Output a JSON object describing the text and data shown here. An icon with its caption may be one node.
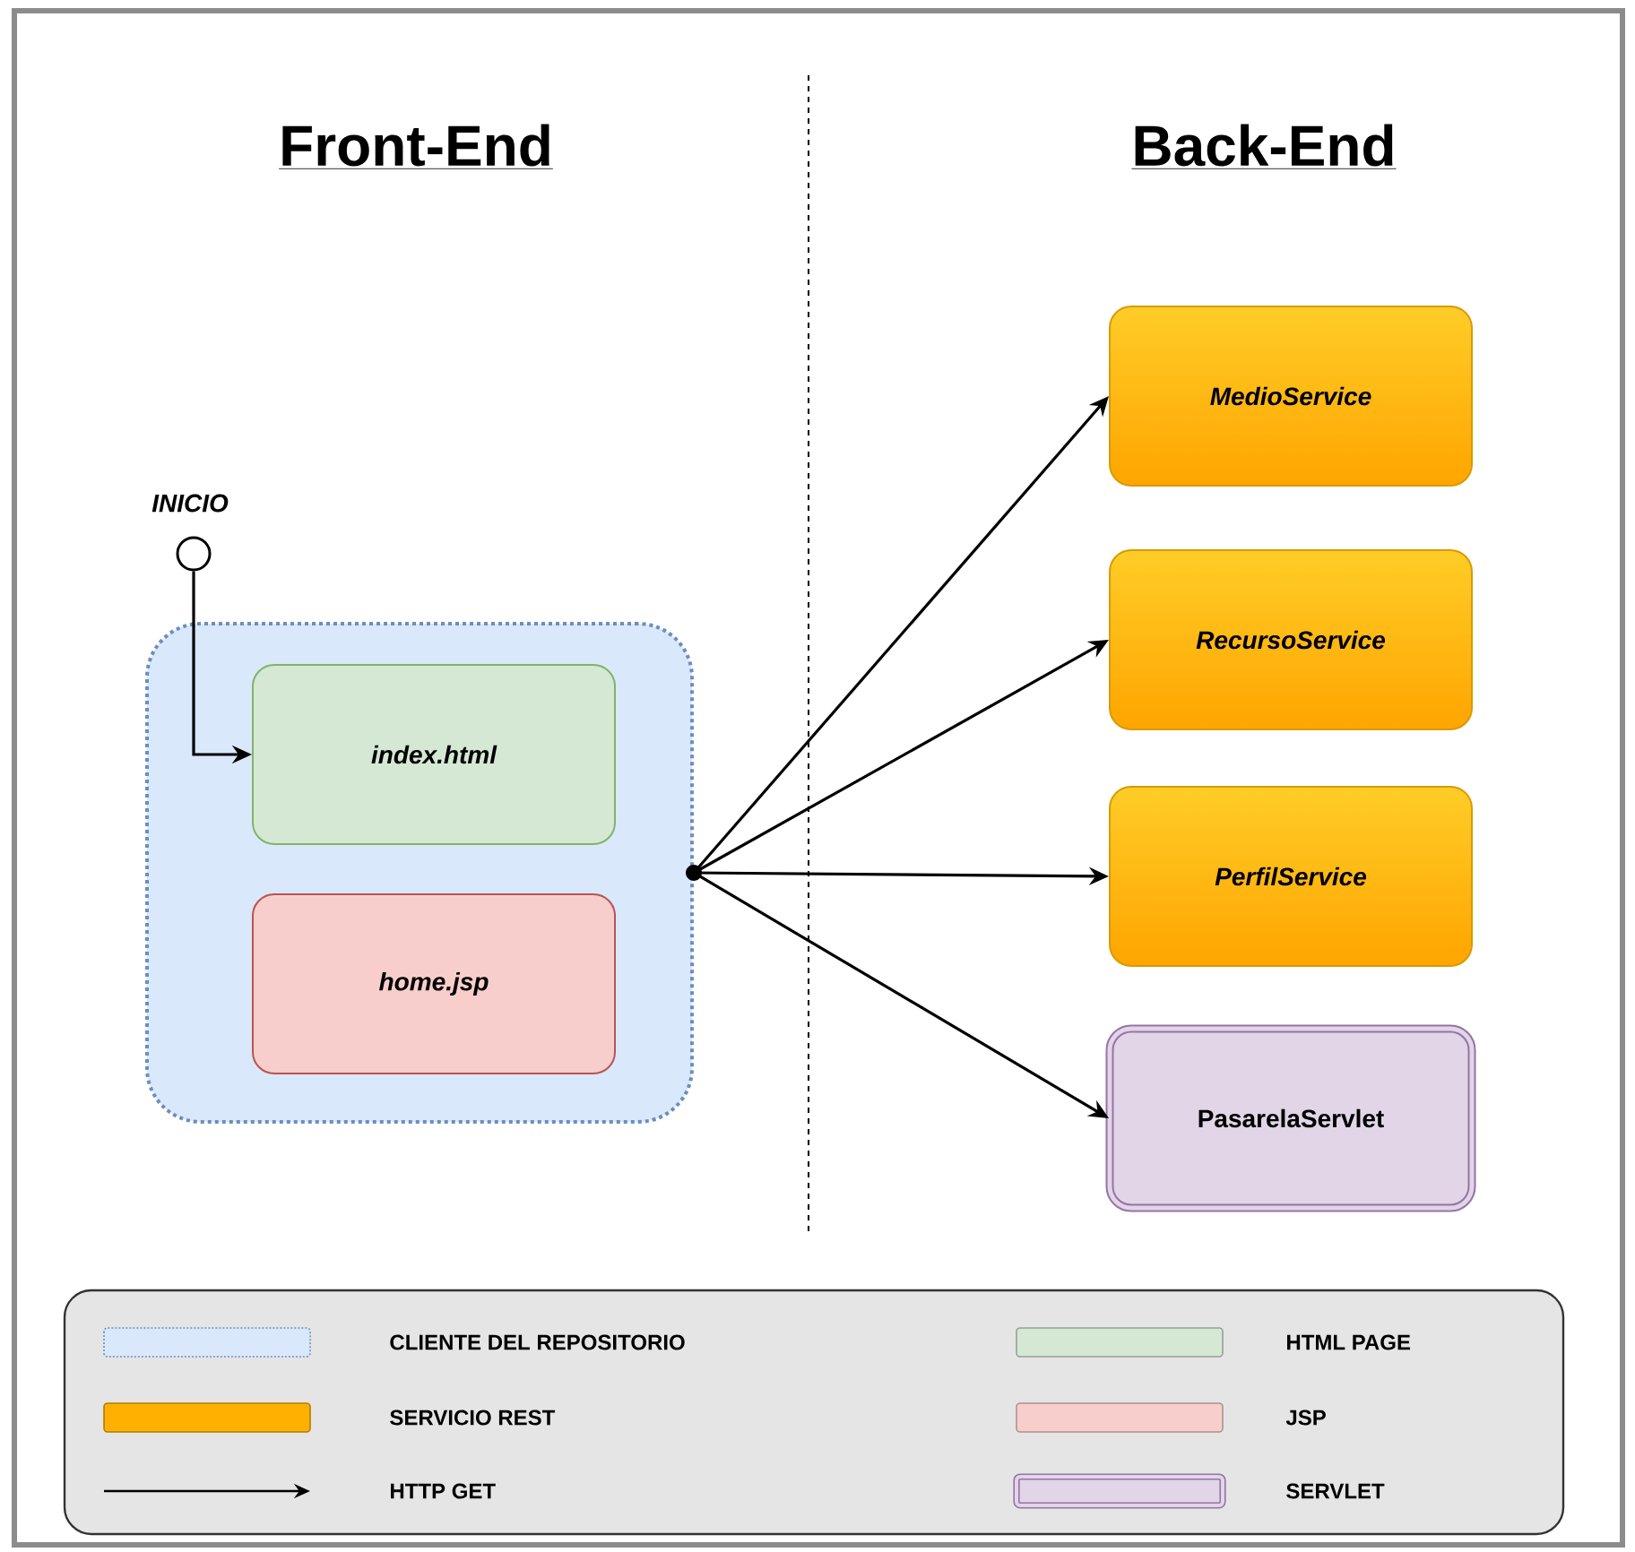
{
  "diagram": {
    "nodes": [
      {
        "text": [],
        "shape": "circle",
        "beside": [
          "INICIO"
        ]
      },
      {
        "text": [],
        "shape": "box"
      },
      {
        "text": [
          "index.html"
        ],
        "in": 1
      },
      {
        "text": [
          "home.jsp"
        ],
        "in": 1
      },
      {
        "text": [
          "MedioService"
        ]
      },
      {
        "text": [
          "RecursoService"
        ]
      },
      {
        "text": [
          "PerfilService"
        ]
      },
      {
        "text": [
          "PasarelaServlet"
        ]
      }
    ],
    "edges": [
      {
        "from": 0,
        "to": 2,
        "arrow": "to"
      },
      {
        "from": 1,
        "to": 4,
        "arrow": "to"
      },
      {
        "from": 1,
        "to": 5,
        "arrow": "to"
      },
      {
        "from": 1,
        "to": 6,
        "arrow": "to"
      },
      {
        "from": 1,
        "to": 7,
        "arrow": "to"
      }
    ],
    "labels": [
      "Front-End",
      "Back-End"
    ],
    "legend": [
      {
        "text": "CLIENTE DEL REPOSITORIO",
        "color": "#dae8fc"
      },
      {
        "text": "HTML PAGE",
        "color": "#d5e8d4"
      },
      {
        "text": "SERVICIO REST",
        "color": "#ffb000"
      },
      {
        "text": "JSP",
        "color": "#f8cecc"
      },
      {
        "text": "HTTP GET"
      },
      {
        "text": "SERVLET",
        "color": "#e1d5e7"
      }
    ]
  }
}
